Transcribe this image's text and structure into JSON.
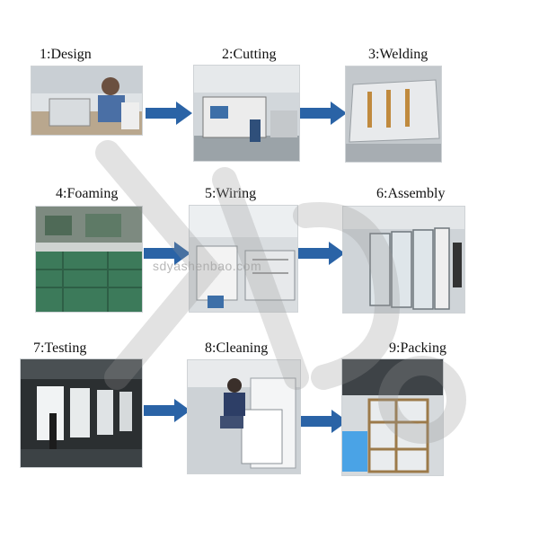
{
  "steps": [
    {
      "label": "1:Design"
    },
    {
      "label": "2:Cutting"
    },
    {
      "label": "3:Welding"
    },
    {
      "label": "4:Foaming"
    },
    {
      "label": "5:Wiring"
    },
    {
      "label": "6:Assembly"
    },
    {
      "label": "7:Testing"
    },
    {
      "label": "8:Cleaning"
    },
    {
      "label": "9:Packing"
    }
  ],
  "watermark": {
    "text": "sdyashenbao.com"
  },
  "colors": {
    "arrow": "#2a63a6",
    "watermark": "#9a9a9a"
  }
}
